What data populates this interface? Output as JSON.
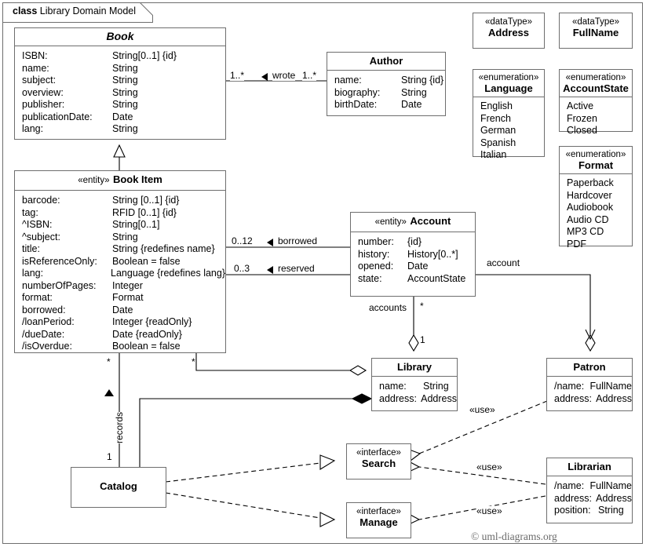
{
  "frame": {
    "keyword": "class",
    "title": "Library Domain Model"
  },
  "copyright": "© uml-diagrams.org",
  "classes": {
    "book": {
      "name": "Book",
      "stereotype": "",
      "attributes": [
        {
          "key": "ISBN:",
          "value": "String[0..1] {id}"
        },
        {
          "key": "name:",
          "value": "String"
        },
        {
          "key": "subject:",
          "value": "String"
        },
        {
          "key": "overview:",
          "value": "String"
        },
        {
          "key": "publisher:",
          "value": "String"
        },
        {
          "key": "publicationDate:",
          "value": "Date"
        },
        {
          "key": "lang:",
          "value": "String"
        }
      ]
    },
    "book_item": {
      "name": "Book Item",
      "stereotype": "«entity»",
      "attributes": [
        {
          "key": "barcode:",
          "value": "String [0..1] {id}"
        },
        {
          "key": "tag:",
          "value": "RFID [0..1] {id}"
        },
        {
          "key": "^ISBN:",
          "value": "String[0..1]"
        },
        {
          "key": "^subject:",
          "value": "String"
        },
        {
          "key": "title:",
          "value": "String {redefines name}"
        },
        {
          "key": "isReferenceOnly:",
          "value": "Boolean = false"
        },
        {
          "key": "lang:",
          "value": "Language {redefines lang}"
        },
        {
          "key": "numberOfPages:",
          "value": "Integer"
        },
        {
          "key": "format:",
          "value": "Format"
        },
        {
          "key": "borrowed:",
          "value": "Date"
        },
        {
          "key": "/loanPeriod:",
          "value": "Integer {readOnly}"
        },
        {
          "key": "/dueDate:",
          "value": "Date {readOnly}"
        },
        {
          "key": "/isOverdue:",
          "value": "Boolean = false"
        }
      ]
    },
    "author": {
      "name": "Author",
      "stereotype": "",
      "attributes": [
        {
          "key": "name:",
          "value": "String {id}"
        },
        {
          "key": "biography:",
          "value": "String"
        },
        {
          "key": "birthDate:",
          "value": "Date"
        }
      ]
    },
    "account": {
      "name": "Account",
      "stereotype": "«entity»",
      "attributes": [
        {
          "key": "number:",
          "value": "{id}"
        },
        {
          "key": "history:",
          "value": "History[0..*]"
        },
        {
          "key": "opened:",
          "value": "Date"
        },
        {
          "key": "state:",
          "value": "AccountState"
        }
      ]
    },
    "library": {
      "name": "Library",
      "stereotype": "",
      "attributes": [
        {
          "key": "name:",
          "value": "String"
        },
        {
          "key": "address:",
          "value": "Address"
        }
      ]
    },
    "patron": {
      "name": "Patron",
      "stereotype": "",
      "attributes": [
        {
          "key": "/name:",
          "value": "FullName"
        },
        {
          "key": "address:",
          "value": "Address"
        }
      ]
    },
    "librarian": {
      "name": "Librarian",
      "stereotype": "",
      "attributes": [
        {
          "key": "/name:",
          "value": "FullName"
        },
        {
          "key": "address:",
          "value": "Address"
        },
        {
          "key": "position:",
          "value": "String"
        }
      ]
    },
    "catalog": {
      "name": "Catalog",
      "stereotype": "",
      "attributes": []
    },
    "search": {
      "name": "Search",
      "stereotype": "«interface»",
      "attributes": []
    },
    "manage": {
      "name": "Manage",
      "stereotype": "«interface»",
      "attributes": []
    }
  },
  "datatypes": [
    {
      "stereotype": "«dataType»",
      "name": "Address"
    },
    {
      "stereotype": "«dataType»",
      "name": "FullName"
    }
  ],
  "enumerations": [
    {
      "stereotype": "«enumeration»",
      "name": "Language",
      "literals": [
        "English",
        "French",
        "German",
        "Spanish",
        "Italian"
      ]
    },
    {
      "stereotype": "«enumeration»",
      "name": "AccountState",
      "literals": [
        "Active",
        "Frozen",
        "Closed"
      ]
    },
    {
      "stereotype": "«enumeration»",
      "name": "Format",
      "literals": [
        "Paperback",
        "Hardcover",
        "Audiobook",
        "Audio CD",
        "MP3 CD",
        "PDF"
      ]
    }
  ],
  "associations": {
    "wrote": {
      "name": "wrote",
      "source_mult": "1..*",
      "target_mult": "1..*"
    },
    "borrowed": {
      "name": "borrowed",
      "source_mult": "0..12"
    },
    "reserved": {
      "name": "reserved",
      "source_mult": "0..3"
    },
    "accounts": {
      "name": "accounts",
      "source_mult": "*",
      "target_mult": "1"
    },
    "account": {
      "name": "account"
    },
    "records": {
      "name": "records",
      "source_mult": "*",
      "target_mult": "1"
    },
    "library_items": {
      "source_mult": "*"
    }
  },
  "dependencies": {
    "patron_search": "«use»",
    "librarian_search": "«use»",
    "librarian_manage": "«use»"
  }
}
